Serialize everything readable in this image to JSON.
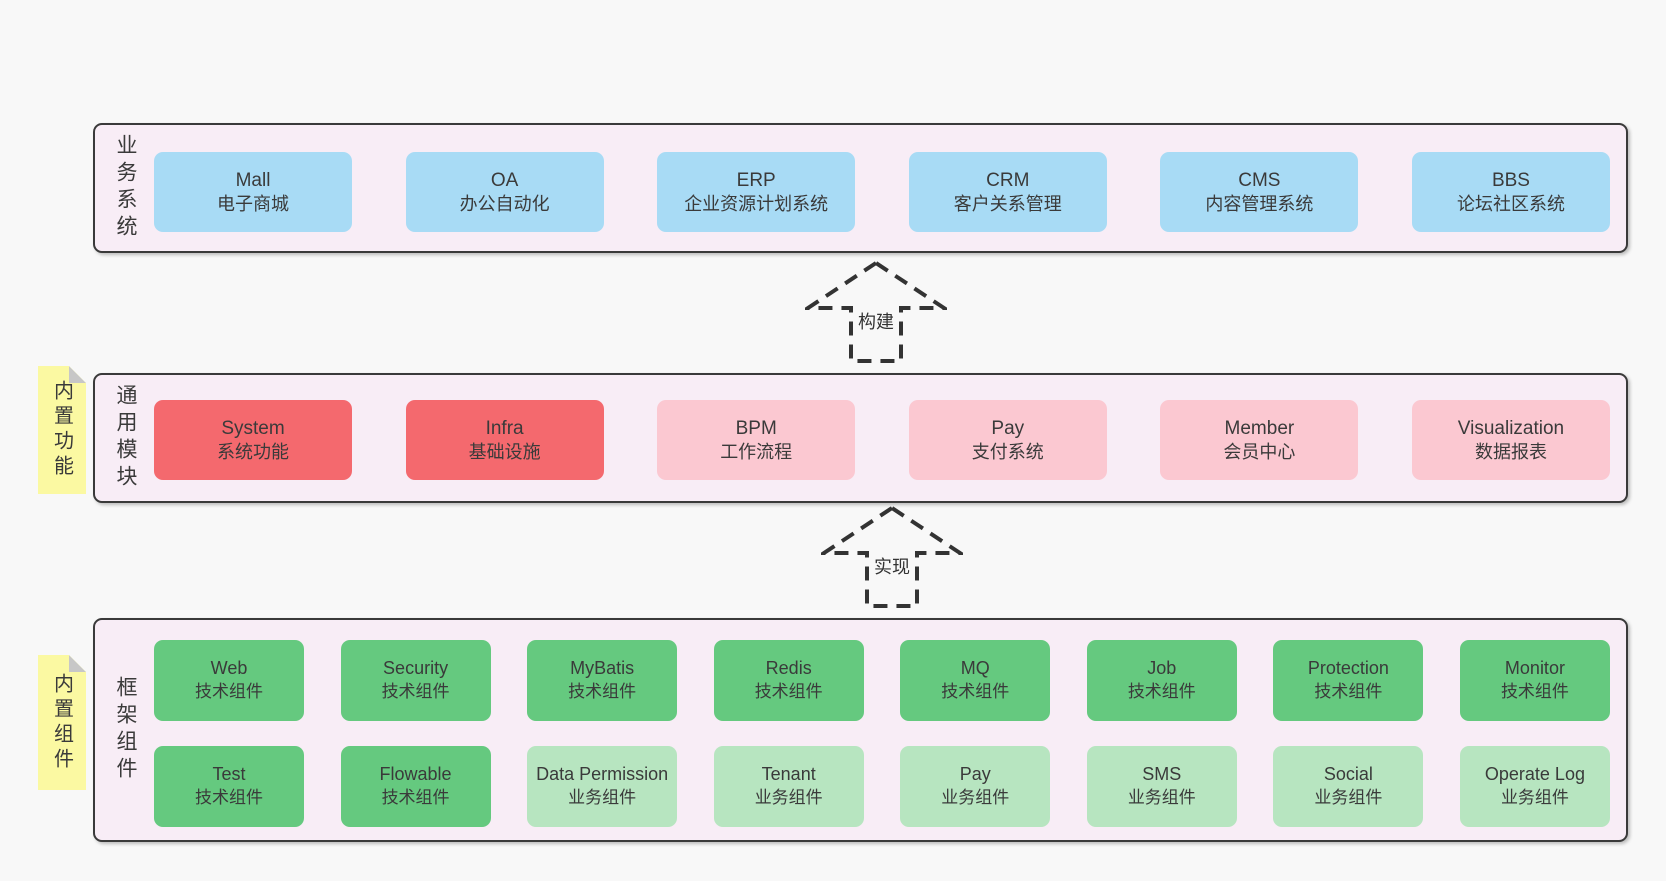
{
  "colors": {
    "page_bg": "#f8f8f8",
    "section_bg": "#f8edf6",
    "section_border": "#3a3a3a",
    "business_card": "#a8dbf5",
    "module_core_card": "#f4696e",
    "module_card": "#fbc8d1",
    "tech_card": "#65c97f",
    "biz_card": "#b7e5c0",
    "note_bg": "#fbf9a2",
    "text": "#3a3a3a"
  },
  "sections": {
    "business": {
      "side_label": "业务系统",
      "boxes": [
        {
          "name": "Mall",
          "desc": "电子商城"
        },
        {
          "name": "OA",
          "desc": "办公自动化"
        },
        {
          "name": "ERP",
          "desc": "企业资源计划系统"
        },
        {
          "name": "CRM",
          "desc": "客户关系管理"
        },
        {
          "name": "CMS",
          "desc": "内容管理系统"
        },
        {
          "name": "BBS",
          "desc": "论坛社区系统"
        }
      ]
    },
    "modules": {
      "side_label": "通用模块",
      "note_label": "内置功能",
      "boxes": [
        {
          "name": "System",
          "desc": "系统功能",
          "variant": "red"
        },
        {
          "name": "Infra",
          "desc": "基础设施",
          "variant": "red"
        },
        {
          "name": "BPM",
          "desc": "工作流程",
          "variant": "pink"
        },
        {
          "name": "Pay",
          "desc": "支付系统",
          "variant": "pink"
        },
        {
          "name": "Member",
          "desc": "会员中心",
          "variant": "pink"
        },
        {
          "name": "Visualization",
          "desc": "数据报表",
          "variant": "pink"
        }
      ]
    },
    "components": {
      "side_label": "框架组件",
      "note_label": "内置组件",
      "row1": [
        {
          "name": "Web",
          "desc": "技术组件"
        },
        {
          "name": "Security",
          "desc": "技术组件"
        },
        {
          "name": "MyBatis",
          "desc": "技术组件"
        },
        {
          "name": "Redis",
          "desc": "技术组件"
        },
        {
          "name": "MQ",
          "desc": "技术组件"
        },
        {
          "name": "Job",
          "desc": "技术组件"
        },
        {
          "name": "Protection",
          "desc": "技术组件"
        },
        {
          "name": "Monitor",
          "desc": "技术组件"
        }
      ],
      "row2": [
        {
          "name": "Test",
          "desc": "技术组件",
          "variant": "green"
        },
        {
          "name": "Flowable",
          "desc": "技术组件",
          "variant": "green"
        },
        {
          "name": "Data Permission",
          "desc": "业务组件",
          "variant": "lightgreen"
        },
        {
          "name": "Tenant",
          "desc": "业务组件",
          "variant": "lightgreen"
        },
        {
          "name": "Pay",
          "desc": "业务组件",
          "variant": "lightgreen"
        },
        {
          "name": "SMS",
          "desc": "业务组件",
          "variant": "lightgreen"
        },
        {
          "name": "Social",
          "desc": "业务组件",
          "variant": "lightgreen"
        },
        {
          "name": "Operate Log",
          "desc": "业务组件",
          "variant": "lightgreen"
        }
      ]
    }
  },
  "arrows": [
    {
      "label": "构建"
    },
    {
      "label": "实现"
    }
  ]
}
